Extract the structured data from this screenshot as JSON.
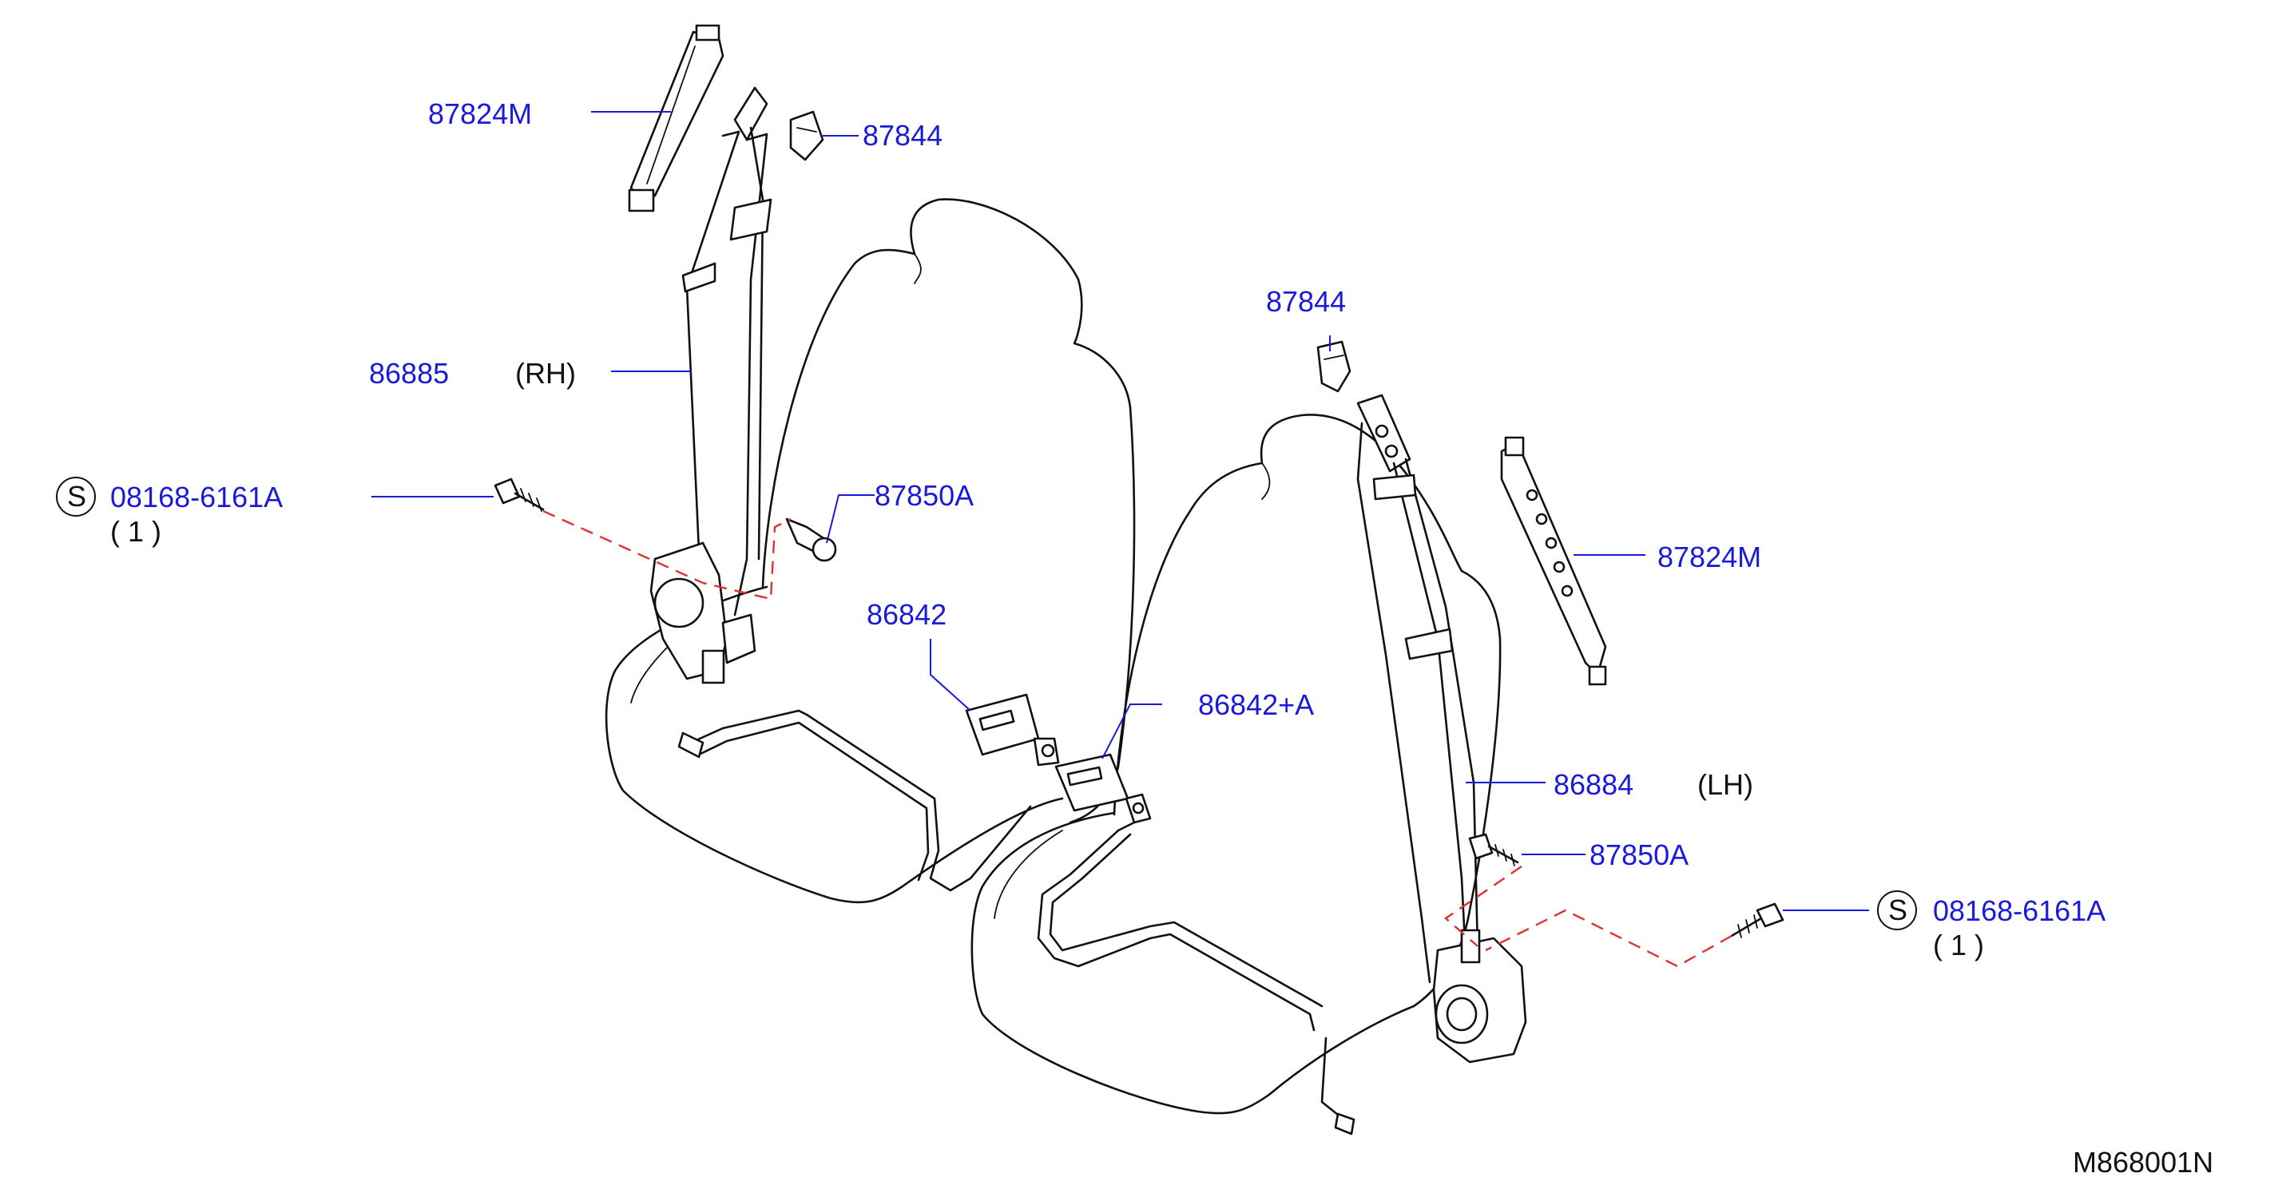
{
  "diagram_code": "M868001N",
  "symbol_letter": "S",
  "callouts": {
    "anchor_cover_rh": "87824M",
    "guide_rh": "87844",
    "belt_rh": "86885",
    "belt_rh_side": "(RH)",
    "bolt_rh": "08168-6161A",
    "bolt_rh_qty": "( 1 )",
    "anchor_bolt_rh": "87850A",
    "buckle_rh": "86842",
    "buckle_lh": "86842+A",
    "guide_lh": "87844",
    "anchor_cover_lh": "87824M",
    "belt_lh": "86884",
    "belt_lh_side": "(LH)",
    "anchor_bolt_lh": "87850A",
    "bolt_lh": "08168-6161A",
    "bolt_lh_qty": "( 1 )"
  },
  "colors": {
    "part_number": "#1a1adb",
    "hidden_line": "#e03030",
    "line_art": "#111111"
  }
}
